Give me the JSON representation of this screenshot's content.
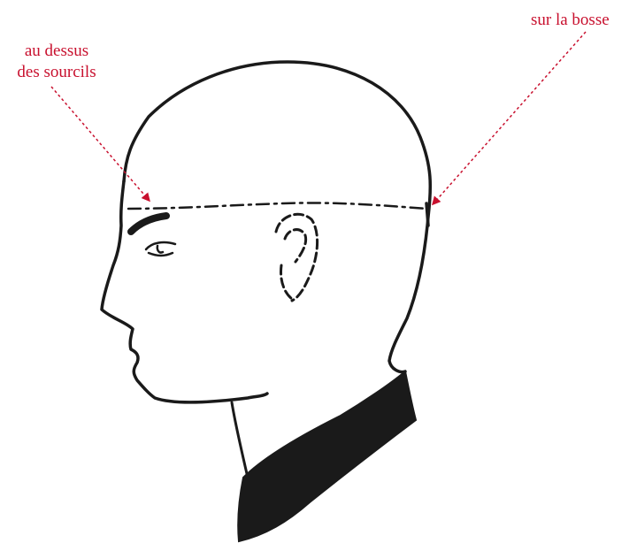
{
  "annotations": {
    "left_line1": "au dessus",
    "left_line2": "des sourcils",
    "right": "sur la bosse"
  },
  "colors": {
    "annotation": "#c8102e",
    "ink": "#1a1a1a",
    "background": "#ffffff"
  }
}
